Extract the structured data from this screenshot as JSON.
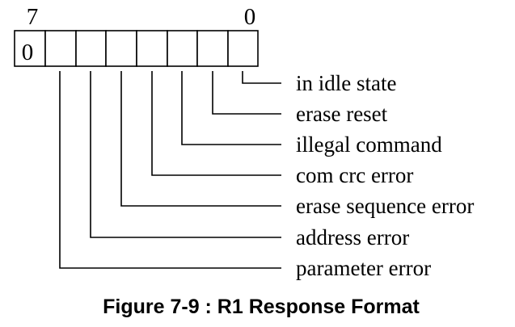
{
  "register": {
    "msb_label": "7",
    "lsb_label": "0",
    "bit7_value": "0"
  },
  "bits": [
    {
      "bit": 0,
      "label": "in idle state"
    },
    {
      "bit": 1,
      "label": "erase reset"
    },
    {
      "bit": 2,
      "label": "illegal command"
    },
    {
      "bit": 3,
      "label": "com crc error"
    },
    {
      "bit": 4,
      "label": "erase sequence error"
    },
    {
      "bit": 5,
      "label": "address error"
    },
    {
      "bit": 6,
      "label": "parameter error"
    }
  ],
  "caption": "Figure 7-9 : R1 Response Format"
}
